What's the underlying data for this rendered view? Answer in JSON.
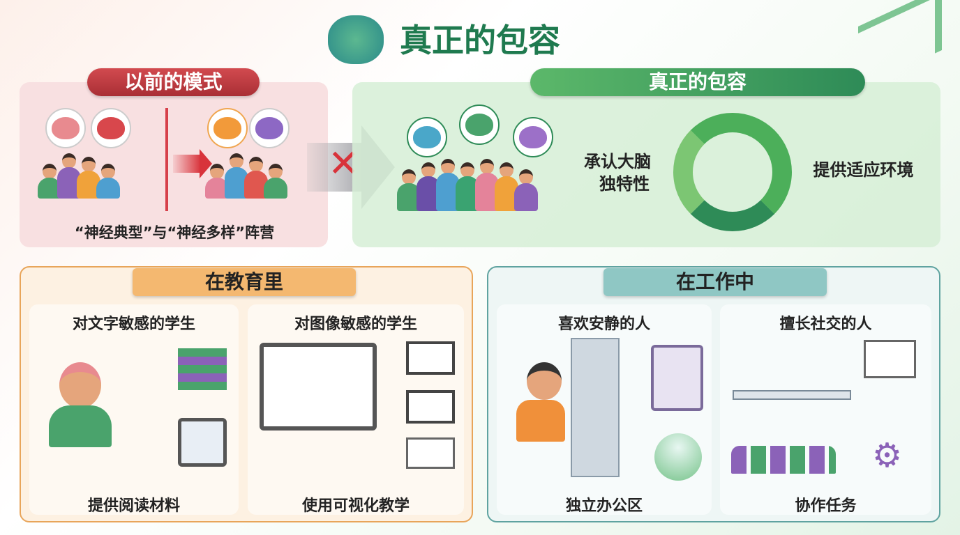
{
  "title": "真正的包容",
  "old_model": {
    "header": "以前的模式",
    "caption": "“神经典型”与“神经多样”阵营"
  },
  "true_inclusion": {
    "header": "真正的包容",
    "left_text_line1": "承认大脑",
    "left_text_line2": "独特性",
    "right_text": "提供适应环境"
  },
  "education": {
    "header": "在教育里",
    "cards": [
      {
        "title": "对文字敏感的学生",
        "caption": "提供阅读材料"
      },
      {
        "title": "对图像敏感的学生",
        "caption": "使用可视化教学"
      }
    ]
  },
  "work": {
    "header": "在工作中",
    "cards": [
      {
        "title": "喜欢安静的人",
        "caption": "独立办公区"
      },
      {
        "title": "擅长社交的人",
        "caption": "协作任务"
      }
    ]
  },
  "colors": {
    "green": "#2e8b57",
    "red": "#c8383f",
    "orange": "#f0a650",
    "teal": "#6fb3b0"
  }
}
